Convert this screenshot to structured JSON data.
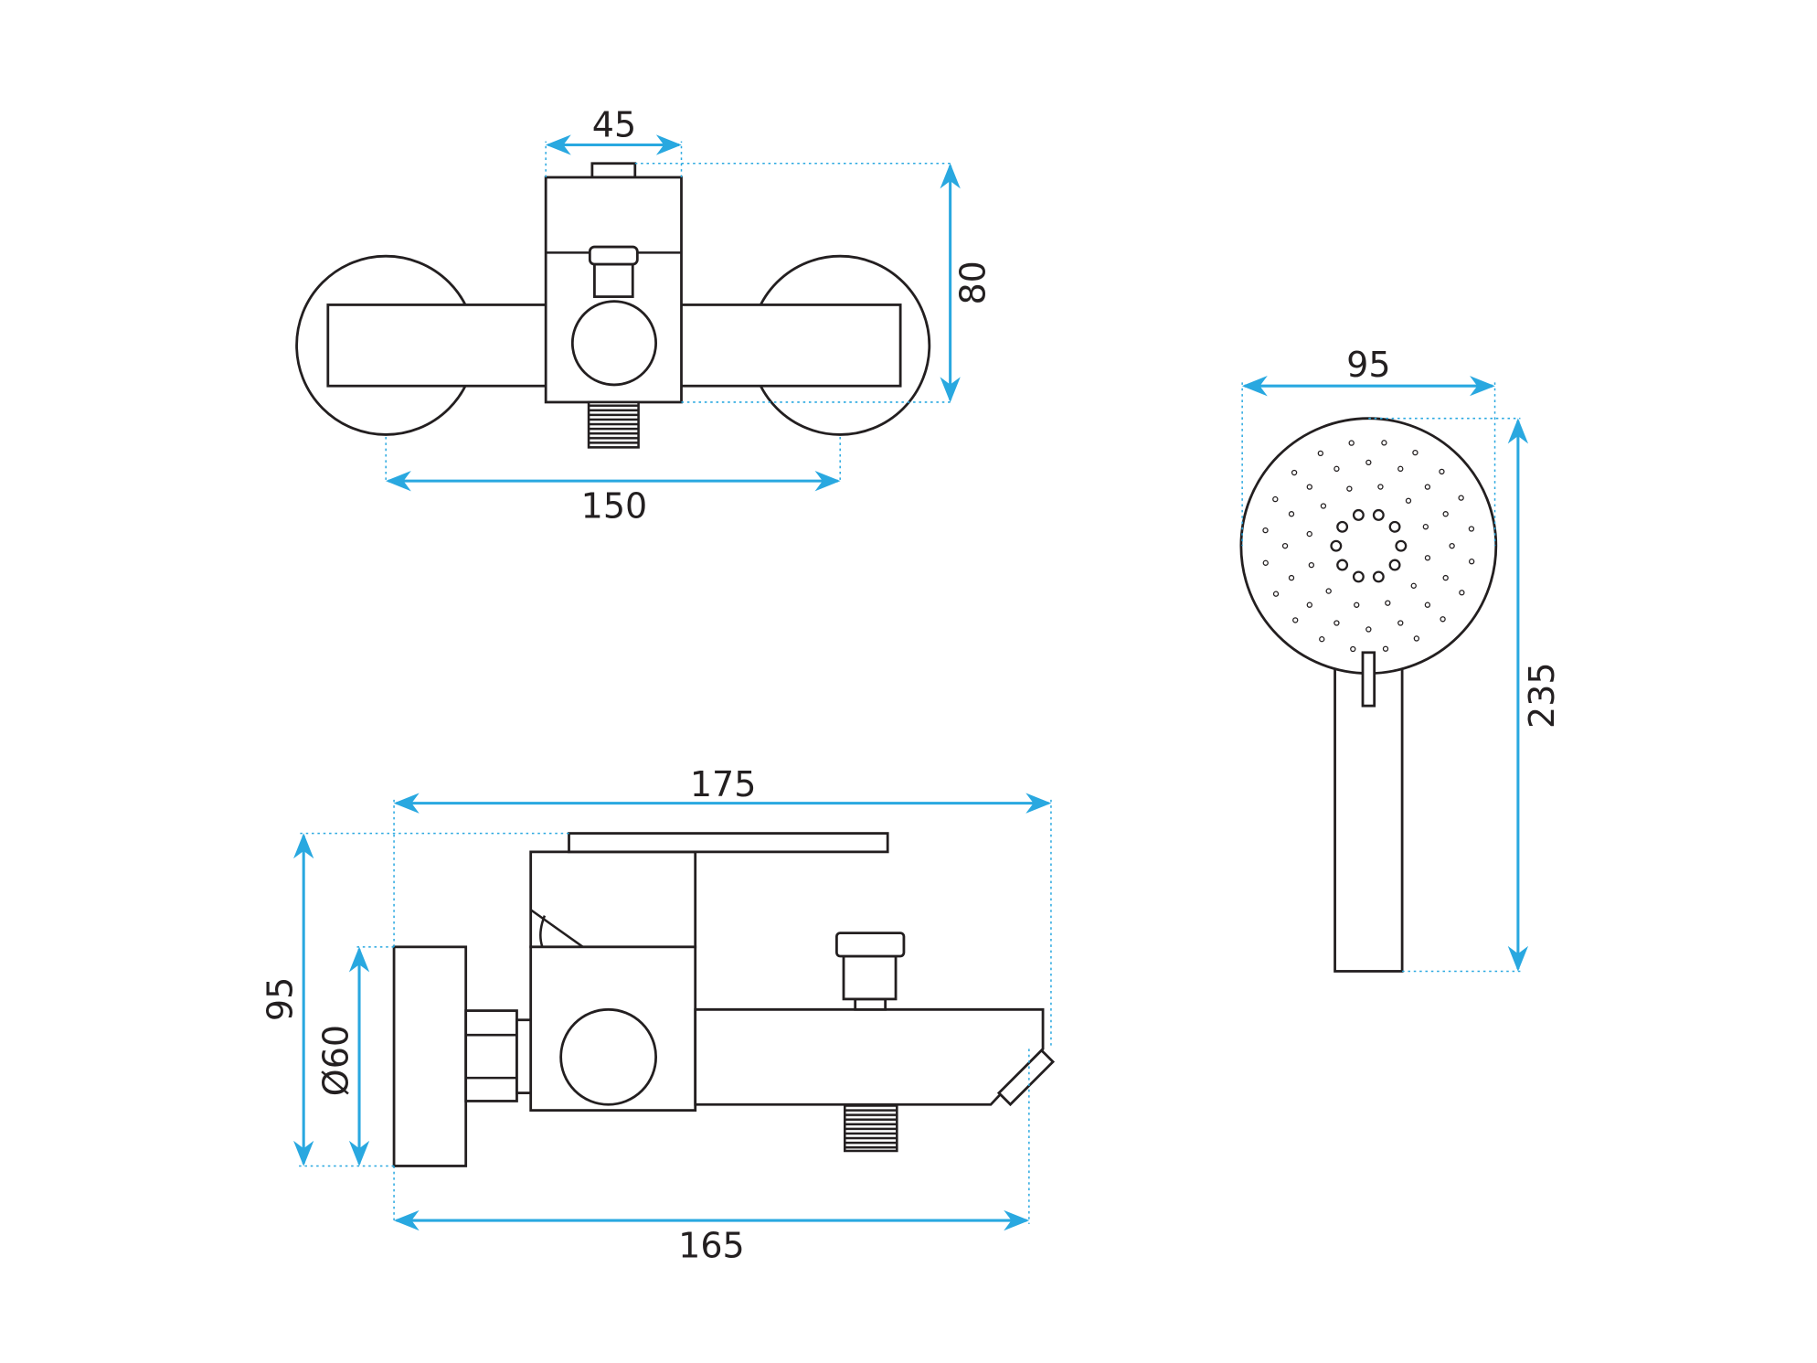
{
  "colors": {
    "dimension": "#29a8e0",
    "outline": "#231f20"
  },
  "top_view": {
    "width_body": "45",
    "height": "80",
    "spacing": "150"
  },
  "shower_head": {
    "diameter": "95",
    "length": "235"
  },
  "side_view": {
    "total_depth": "175",
    "height": "95",
    "flange_diameter": "Ø60",
    "spout_depth": "165"
  }
}
